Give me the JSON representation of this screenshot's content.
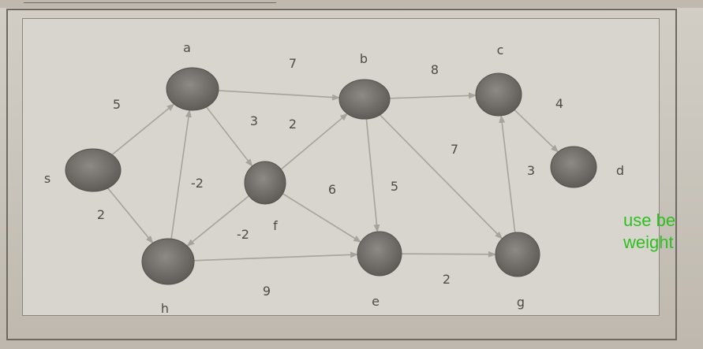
{
  "graph": {
    "nodes": [
      {
        "id": "s",
        "label": "s"
      },
      {
        "id": "a",
        "label": "a"
      },
      {
        "id": "b",
        "label": "b"
      },
      {
        "id": "c",
        "label": "c"
      },
      {
        "id": "d",
        "label": "d"
      },
      {
        "id": "f",
        "label": "f"
      },
      {
        "id": "h",
        "label": "h"
      },
      {
        "id": "e",
        "label": "e"
      },
      {
        "id": "g",
        "label": "g"
      }
    ],
    "edges": [
      {
        "from": "s",
        "to": "a",
        "weight": "5"
      },
      {
        "from": "s",
        "to": "h",
        "weight": "2"
      },
      {
        "from": "a",
        "to": "b",
        "weight": "7"
      },
      {
        "from": "a",
        "to": "f",
        "weight": "3"
      },
      {
        "from": "h",
        "to": "a",
        "weight": "-2"
      },
      {
        "from": "f",
        "to": "b",
        "weight": "2"
      },
      {
        "from": "f",
        "to": "h",
        "weight": "-2"
      },
      {
        "from": "f",
        "to": "e",
        "weight": "6"
      },
      {
        "from": "b",
        "to": "c",
        "weight": "8"
      },
      {
        "from": "b",
        "to": "e",
        "weight": "5"
      },
      {
        "from": "b",
        "to": "g",
        "weight": "7"
      },
      {
        "from": "c",
        "to": "d",
        "weight": "4"
      },
      {
        "from": "g",
        "to": "c",
        "weight": "3"
      },
      {
        "from": "h",
        "to": "e",
        "weight": "9"
      },
      {
        "from": "e",
        "to": "g",
        "weight": "2"
      }
    ]
  },
  "note": {
    "line1": "use be",
    "line2": "weight"
  },
  "colors": {
    "node_fill": "#6f6c68",
    "edge": "#a6a29c",
    "note_text": "#2fbf1f"
  }
}
